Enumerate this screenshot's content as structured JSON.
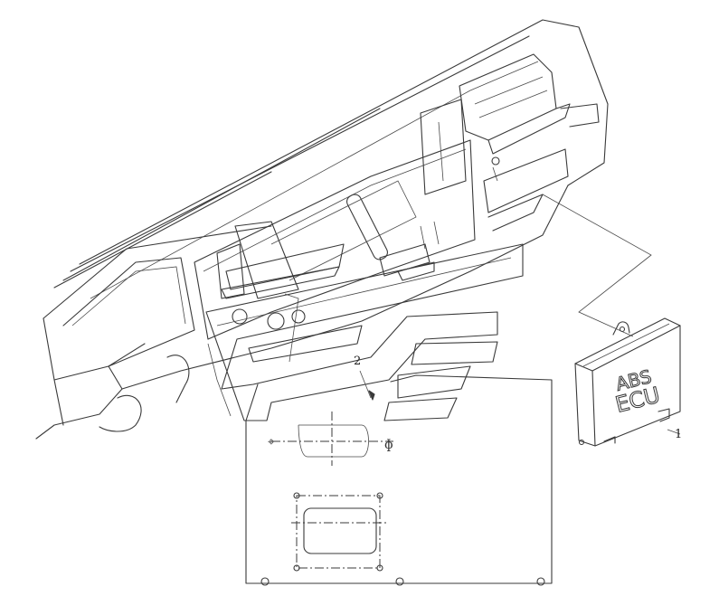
{
  "diagram": {
    "callouts": [
      {
        "id": "1",
        "label": "1"
      },
      {
        "id": "2",
        "label": "2"
      }
    ],
    "ecu_label_line1": "ABS",
    "ecu_label_line2": "ECU"
  }
}
